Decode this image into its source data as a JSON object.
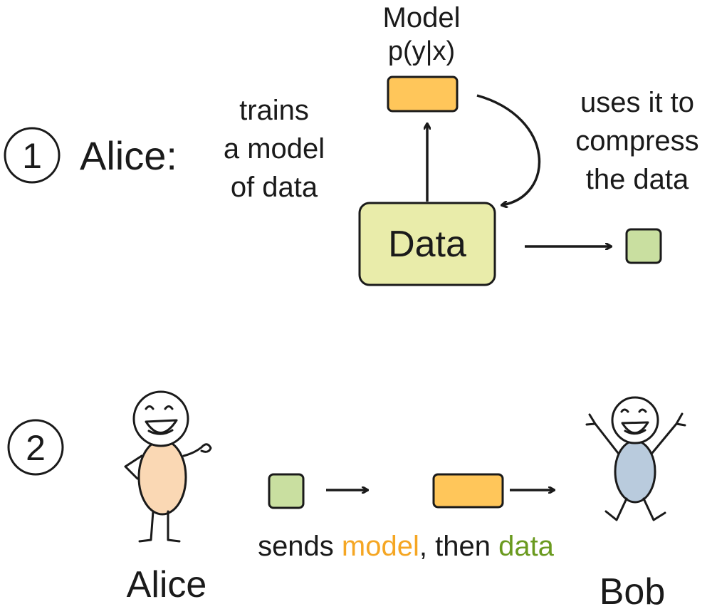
{
  "step1": {
    "number": "1",
    "actor_label": "Alice:",
    "model_title": "Model",
    "model_formula": "p(y|x)",
    "trains_text": [
      "trains",
      "a model",
      "of data"
    ],
    "uses_text": [
      "uses it to",
      "compress",
      "the data"
    ],
    "data_label": "Data"
  },
  "step2": {
    "number": "2",
    "sender_name": "Alice",
    "receiver_name": "Bob",
    "caption": {
      "part1": "sends ",
      "model_word": "model",
      "part2": ", then ",
      "data_word": "data"
    }
  },
  "colors": {
    "model_fill": "#ffc65a",
    "data_fill": "#e9ecaa",
    "compressed_fill": "#c9dfa0",
    "alice_body": "#fad8b4",
    "bob_body": "#b9cbdd",
    "model_word": "#f5a623",
    "data_word": "#6a9a1f",
    "ink": "#1a1a1a"
  }
}
